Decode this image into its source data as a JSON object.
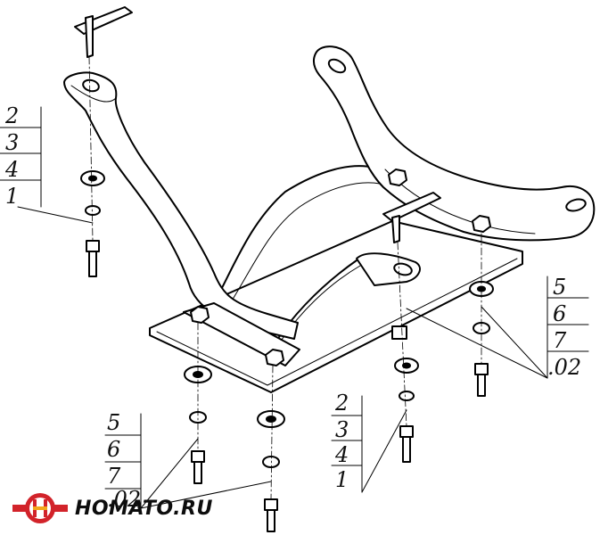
{
  "diagram": {
    "callouts": {
      "left_top": [
        "2",
        "3",
        "4",
        "1"
      ],
      "right_mid": [
        "5",
        "6",
        "7",
        ".02"
      ],
      "bottom_left": [
        "5",
        "6",
        "7",
        ".02"
      ],
      "bottom_right": [
        "2",
        "3",
        "4",
        "1"
      ]
    }
  },
  "logo": {
    "text": "HOMATO.RU",
    "colors": {
      "ring": "#d2232a",
      "stripe": "#f3a81c",
      "text": "#0d0d0d"
    }
  }
}
